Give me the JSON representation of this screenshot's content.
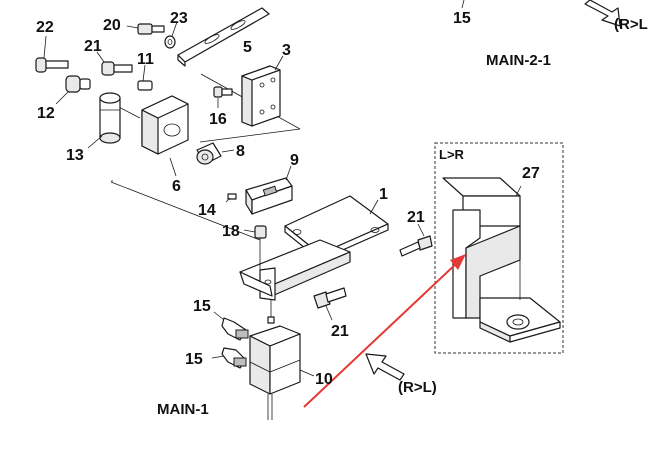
{
  "callouts": {
    "p22": "22",
    "p20": "20",
    "p23": "23",
    "p5": "5",
    "p3": "3",
    "p21a": "21",
    "p11": "11",
    "p12": "12",
    "p16": "16",
    "p13": "13",
    "p8": "8",
    "p6": "6",
    "p9": "9",
    "p1": "1",
    "p14": "14",
    "p21b": "21",
    "p18": "18",
    "p15a": "15",
    "p21c": "21",
    "p15b": "15",
    "p10": "10",
    "p27": "27",
    "p15top": "15"
  },
  "labels": {
    "main1": "MAIN-1",
    "main21": "MAIN-2-1",
    "rl_main": "(R>L)",
    "rl_top": "(R>L",
    "lr_box": "L>R"
  },
  "colors": {
    "red_arrow": "#e53935",
    "lines": "#1a1a1a"
  }
}
